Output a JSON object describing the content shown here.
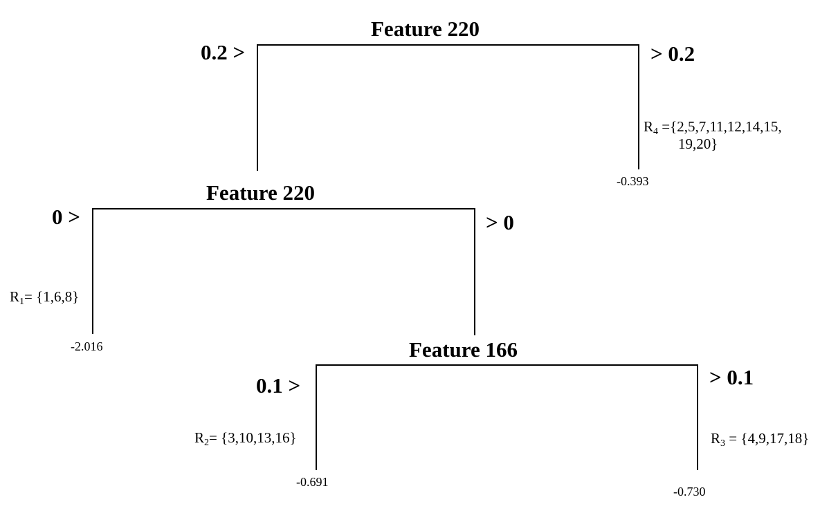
{
  "nodes": {
    "root": {
      "feature": "Feature 220",
      "left_threshold": "0.2 >",
      "right_threshold": "> 0.2"
    },
    "mid": {
      "feature": "Feature 220",
      "left_threshold": "0 >",
      "right_threshold": "> 0"
    },
    "bottom": {
      "feature": "Feature 166",
      "left_threshold": "0.1 >",
      "right_threshold": "> 0.1"
    }
  },
  "leaves": {
    "r1": {
      "label": "R",
      "sub": "1",
      "set": "= {1,6,8}",
      "value": "-2.016"
    },
    "r2": {
      "label": "R",
      "sub": "2",
      "set": "= {3,10,13,16}",
      "value": "-0.691"
    },
    "r3": {
      "label": "R",
      "sub": "3",
      "set": "= {4,9,17,18}",
      "value": "-0.730"
    },
    "r4": {
      "label": "R",
      "sub": "4",
      "set_line1": "={2,5,7,11,12,14,15,",
      "set_line2": "19,20}",
      "value": "-0.393"
    }
  }
}
